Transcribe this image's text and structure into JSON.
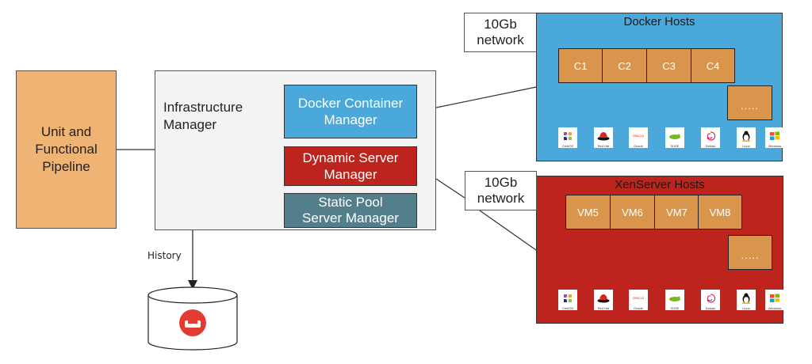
{
  "pipeline": {
    "label": "Unit and\nFunctional\nPipeline",
    "color": "#efb374"
  },
  "infrastructure": {
    "title": "Infrastructure\nManager",
    "managers": [
      {
        "label": "Docker Container\nManager",
        "color": "#4aa8da"
      },
      {
        "label": "Dynamic Server\nManager",
        "color": "#bc241d"
      },
      {
        "label": "Static Pool\nServer Manager",
        "color": "#537f8d"
      }
    ]
  },
  "networks": [
    {
      "label": "10Gb\nnetwork"
    },
    {
      "label": "10Gb\nnetwork"
    }
  ],
  "hosts": {
    "docker": {
      "title": "Docker Hosts",
      "color": "#4aa8da",
      "slots": [
        "C1",
        "C2",
        "C3",
        "C4"
      ],
      "more": "....."
    },
    "xen": {
      "title": "XenServer Hosts",
      "color": "#bc241d",
      "slots": [
        "VM5",
        "VM6",
        "VM7",
        "VM8"
      ],
      "more": "....."
    }
  },
  "os_logos": [
    {
      "name": "CentOS",
      "icon": "centos-logo"
    },
    {
      "name": "Red Hat",
      "icon": "redhat-logo"
    },
    {
      "name": "Oracle",
      "icon": "oracle-logo"
    },
    {
      "name": "SUSE",
      "icon": "suse-logo"
    },
    {
      "name": "Debian",
      "icon": "debian-logo"
    },
    {
      "name": "Linux",
      "icon": "linux-tux-logo"
    },
    {
      "name": "Windows",
      "icon": "windows-logo"
    }
  ],
  "history": {
    "label": "History",
    "database_icon": "couchbase-logo",
    "logo_color": "#e23c32"
  }
}
